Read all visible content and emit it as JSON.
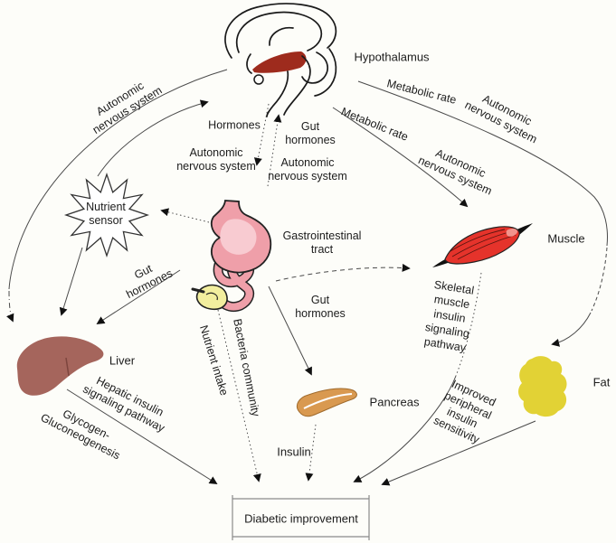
{
  "diagram_title": "Diabetic improvement pathway diagram",
  "colors": {
    "background": "#fdfdf9",
    "line": "#4a4a4a",
    "text": "#1c1c1c",
    "box_border": "#8a8a8a"
  },
  "organs": {
    "brain": {
      "name": "Brain (sagittal sketch)",
      "highlight": "#9e2b1d"
    },
    "gi_tract": {
      "name": "Gastrointestinal tract",
      "fill": "#ef9fa9",
      "highlight": "#f8cbd1",
      "accessory": "#f2ee9e"
    },
    "nutrient_sensor": {
      "name": "Nutrient sensor",
      "fill": "#ffffff"
    },
    "liver": {
      "name": "Liver",
      "fill": "#a5655c"
    },
    "muscle": {
      "name": "Muscle",
      "fill": "#e5332b"
    },
    "pancreas": {
      "name": "Pancreas",
      "fill": "#d99950"
    },
    "fat": {
      "name": "Fat",
      "fill": "#e2d235"
    }
  },
  "labels": {
    "hypothalamus": "Hypothalamus",
    "ans_top_left": {
      "lines": [
        "Autonomic",
        "nervous system"
      ]
    },
    "hormones": "Hormones",
    "ans_mid_left": {
      "lines": [
        "Autonomic",
        "nervous system"
      ]
    },
    "gut_hormones_top": {
      "lines": [
        "Gut",
        "hormones"
      ]
    },
    "ans_mid_right": {
      "lines": [
        "Autonomic",
        "nervous system"
      ]
    },
    "metabolic_rate_outer": "Metabolic rate",
    "ans_top_right": {
      "lines": [
        "Autonomic",
        "nervous system"
      ]
    },
    "metabolic_rate_inner": "Metabolic rate",
    "ans_inner": {
      "lines": [
        "Autonomic",
        "nervous system"
      ]
    },
    "muscle": "Muscle",
    "gastrointestinal_tract": {
      "lines": [
        "Gastrointestinal",
        "tract"
      ]
    },
    "nutrient_sensor": {
      "lines": [
        "Nutrient",
        "sensor"
      ]
    },
    "gut_hormones_left": {
      "lines": [
        "Gut",
        "hormones"
      ]
    },
    "liver": "Liver",
    "hepatic_insulin": {
      "lines": [
        "Hepatic insulin",
        "signaling pathway"
      ]
    },
    "glycogen": {
      "lines": [
        "Glycogen-",
        "Gluconeogenesis"
      ]
    },
    "nutrient_intake": "Nutrient intake",
    "bacteria_community": "Bacteria community",
    "gut_hormones_center": {
      "lines": [
        "Gut",
        "hormones"
      ]
    },
    "pancreas": "Pancreas",
    "insulin": "Insulin",
    "skeletal_pathway": {
      "lines": [
        "Skeletal",
        "muscle",
        "insulin",
        "signaling",
        "pathway"
      ]
    },
    "improved_sensitivity": {
      "lines": [
        "Improved",
        "peripheral",
        "insulin",
        "sensitivity"
      ]
    },
    "fat": "Fat",
    "diabetic_improvement": "Diabetic improvement"
  },
  "connections": [
    {
      "from": "brain",
      "to": "liver",
      "label": "Autonomic nervous system",
      "style": "solid-then-dashdot"
    },
    {
      "from": "nutrient sensor",
      "to": "brain",
      "label": "",
      "style": "solid"
    },
    {
      "from": "brain",
      "to": "gi tract",
      "label": "Hormones / Autonomic nervous system",
      "style": "dotted"
    },
    {
      "from": "gi tract",
      "to": "brain",
      "label": "Gut hormones / Autonomic nervous system",
      "style": "dotted"
    },
    {
      "from": "brain",
      "to": "fat",
      "label": "Metabolic rate / Autonomic nervous system",
      "style": "solid-dashed"
    },
    {
      "from": "brain",
      "to": "muscle",
      "label": "Metabolic rate / Autonomic nervous system",
      "style": "solid"
    },
    {
      "from": "gi tract",
      "to": "nutrient sensor",
      "label": "",
      "style": "dotted"
    },
    {
      "from": "gi tract",
      "to": "muscle",
      "label": "",
      "style": "dashed"
    },
    {
      "from": "gi tract",
      "to": "liver",
      "label": "Gut hormones",
      "style": "solid"
    },
    {
      "from": "nutrient sensor",
      "to": "liver",
      "label": "",
      "style": "solid"
    },
    {
      "from": "gi tract",
      "to": "pancreas",
      "label": "Gut hormones",
      "style": "solid"
    },
    {
      "from": "pancreas",
      "to": "diabetic improvement",
      "label": "Insulin",
      "style": "dotted"
    },
    {
      "from": "gi tract",
      "to": "diabetic improvement",
      "label": "Nutrient intake / Bacteria community",
      "style": "dotted"
    },
    {
      "from": "liver",
      "to": "diabetic improvement",
      "label": "Hepatic insulin signaling pathway / Glycogen-Gluconeogenesis",
      "style": "solid"
    },
    {
      "from": "muscle",
      "to": "diabetic improvement",
      "label": "Skeletal muscle insulin signaling pathway / Improved peripheral insulin sensitivity",
      "style": "dotted-then-solid"
    },
    {
      "from": "fat",
      "to": "diabetic improvement",
      "label": "",
      "style": "solid"
    }
  ]
}
